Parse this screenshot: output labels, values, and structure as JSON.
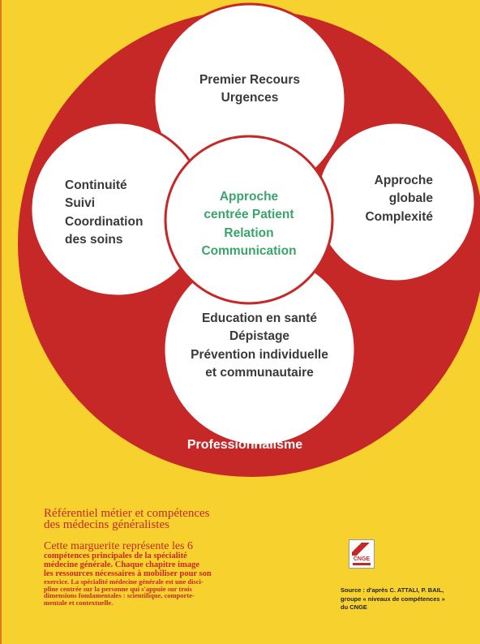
{
  "colors": {
    "background": "#f7d12e",
    "outer_ring": "#c62828",
    "petal_fill": "#ffffff",
    "center_text": "#3aa46a",
    "petal_text": "#3a3a3a"
  },
  "diagram": {
    "petals": {
      "top": [
        "Premier Recours",
        "Urgences"
      ],
      "left": [
        "Continuité",
        "Suivi",
        "Coordination",
        "des soins"
      ],
      "right": [
        "Approche",
        "globale",
        "Complexité"
      ],
      "bottom": [
        "Education en santé",
        "Dépistage",
        "Prévention individuelle",
        "et communautaire"
      ]
    },
    "center": [
      "Approche",
      "centrée Patient",
      "Relation",
      "Communication"
    ],
    "ring_label": "Professionnalisme"
  },
  "document": {
    "title_line1": "Référentiel métier et compétences",
    "title_line2": "des médecins généralistes",
    "body_lead": "Cette marguerite représente les 6",
    "body_lines": [
      "compétences principales de la spécialité",
      "médecine générale. Chaque chapitre image",
      "les ressources nécessaires à mobiliser pour son"
    ],
    "body_tiny": [
      "exercice. La spécialité médecine générale est une disci-",
      "pline centrée sur la personne qui s'appuie sur trois",
      "dimensions fondamentales : scientifique, comporte-",
      "mentale et contextuelle."
    ]
  },
  "logo": {
    "label": "CNGE"
  },
  "source": {
    "line1": "Source : d'après C. ATTALI, P. BAIL,",
    "line2": "groupe « niveaux de compétences »",
    "line3": "du CNGE"
  }
}
